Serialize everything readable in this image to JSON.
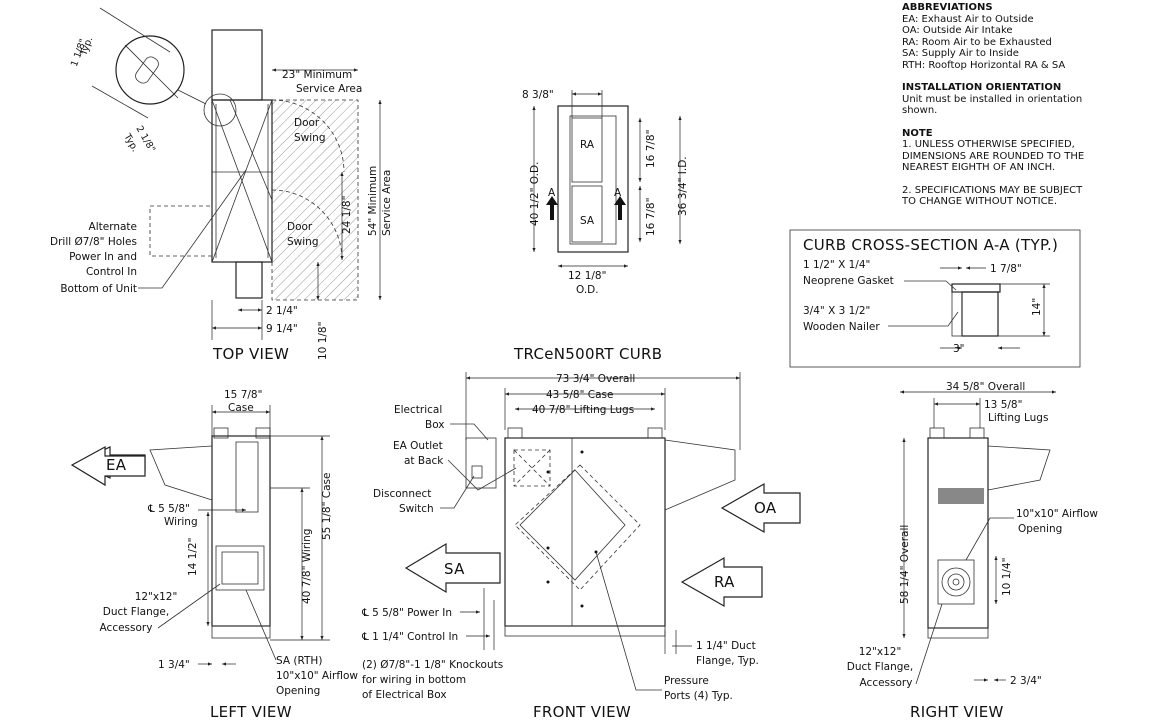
{
  "notes": {
    "abbreviations_title": "ABBREVIATIONS",
    "abbreviations": [
      "EA: Exhaust Air to Outside",
      "OA: Outside Air Intake",
      "RA: Room Air to be Exhausted",
      "SA: Supply Air to Inside",
      "RTH: Rooftop Horizontal RA & SA"
    ],
    "orientation_title": "INSTALLATION ORIENTATION",
    "orientation_lines": [
      "Unit must be installed in orientation",
      "shown."
    ],
    "note_title": "NOTE",
    "note1_lines": [
      "1. UNLESS OTHERWISE SPECIFIED,",
      "DIMENSIONS ARE ROUNDED TO THE",
      "NEAREST EIGHTH OF AN INCH."
    ],
    "note2_lines": [
      "2. SPECIFICATIONS MAY BE SUBJECT",
      "TO CHANGE WITHOUT NOTICE."
    ]
  },
  "top_view": {
    "title": "TOP VIEW",
    "typ1": "1 1/8\"",
    "typ1b": "Typ.",
    "typ2": "2 1/8\"",
    "typ2b": "Typ.",
    "service_23": [
      "23\" Minimum",
      "Service Area"
    ],
    "service_54": [
      "54\" Minimum",
      "Service Area"
    ],
    "door_swing": [
      "Door",
      "Swing"
    ],
    "dim_24": "24 1/8\"",
    "dim_2_14": "2 1/4\"",
    "dim_9_14": "9 1/4\"",
    "dim_10_18": "10 1/8\"",
    "alternate": [
      "Alternate",
      "Drill Ø7/8\" Holes",
      "Power In and",
      "Control In",
      "Bottom of Unit"
    ]
  },
  "curb": {
    "title": "TRCeN500RT CURB",
    "dim_8_38": "8 3/8\"",
    "ra": "RA",
    "sa": "SA",
    "a": "A",
    "dim_16_78": "16 7/8\"",
    "dim_40_12": "40 1/2\" O.D.",
    "dim_36_34": "36 3/4\" I.D.",
    "dim_12_18": [
      "12 1/8\"",
      "O.D."
    ]
  },
  "cross_section": {
    "title": "CURB CROSS-SECTION A-A (TYP.)",
    "gasket": [
      "1 1/2\" X 1/4\"",
      "Neoprene Gasket"
    ],
    "nailer": [
      "3/4\" X 3 1/2\"",
      "Wooden Nailer"
    ],
    "dim_1_78": "1 7/8\"",
    "dim_14": "14\"",
    "dim_3": "3\""
  },
  "left_view": {
    "title": "LEFT VIEW",
    "case": [
      "15 7/8\"",
      "Case"
    ],
    "ea": "EA",
    "wiring": [
      "℄ 5 5/8\"",
      "Wiring"
    ],
    "dim_14_12": "14 1/2\"",
    "dim_40_78": "40 7/8\" Wiring",
    "dim_55_58": "55 1/8\" Case",
    "duct": [
      "12\"x12\"",
      "Duct Flange,",
      "Accessory"
    ],
    "dim_1_34": "1 3/4\"",
    "sa_rth": [
      "SA (RTH)",
      "10\"x10\" Airflow",
      "Opening"
    ]
  },
  "front_view": {
    "title": "FRONT VIEW",
    "overall": "73 3/4\" Overall",
    "case": "43 5/8\" Case",
    "lugs": "40 7/8\" Lifting Lugs",
    "electrical": [
      "Electrical",
      "Box"
    ],
    "ea_outlet": [
      "EA Outlet",
      "at Back"
    ],
    "disconnect": [
      "Disconnect",
      "Switch"
    ],
    "sa": "SA",
    "oa": "OA",
    "ra": "RA",
    "power": "℄ 5 5/8\" Power In",
    "control": "℄ 1 1/4\" Control In",
    "knockouts": [
      "(2) Ø7/8\"-1 1/8\" Knockouts",
      "for wiring in bottom",
      "of Electrical Box"
    ],
    "duct_flange": [
      "1 1/4\" Duct",
      "Flange, Typ."
    ],
    "pressure": [
      "Pressure",
      "Ports (4) Typ."
    ]
  },
  "right_view": {
    "title": "RIGHT VIEW",
    "overall": "34 5/8\" Overall",
    "lugs": [
      "13 5/8\"",
      "Lifting Lugs"
    ],
    "airflow": [
      "10\"x10\" Airflow",
      "Opening"
    ],
    "dim_58_14": "58 1/4\" Overall",
    "dim_10_14": "10 1/4\"",
    "duct": [
      "12\"x12\"",
      "Duct Flange,",
      "Accessory"
    ],
    "dim_2_34": "2 3/4\""
  }
}
